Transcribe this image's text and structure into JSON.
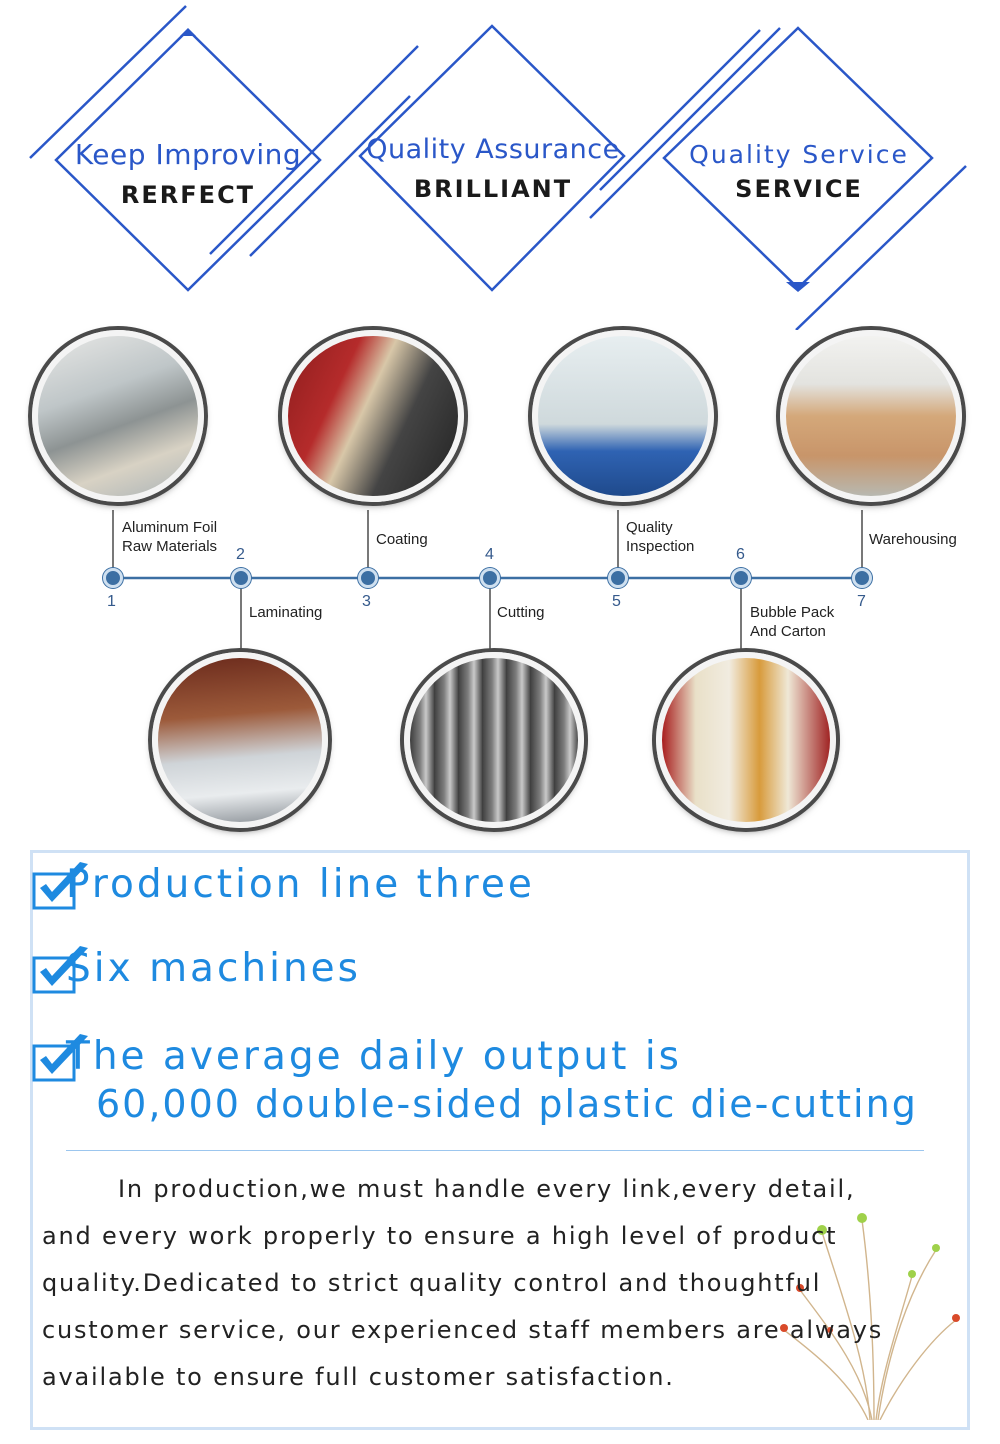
{
  "values": [
    {
      "title": "Keep Improving",
      "subtitle": "RERFECT"
    },
    {
      "title": "Quality Assurance",
      "subtitle": "BRILLIANT"
    },
    {
      "title": "Quality Service",
      "subtitle": "SERVICE"
    }
  ],
  "process": {
    "steps": [
      {
        "number": "1",
        "label": "Aluminum Foil\nRaw Materials"
      },
      {
        "number": "2",
        "label": "Laminating"
      },
      {
        "number": "3",
        "label": "Coating"
      },
      {
        "number": "4",
        "label": "Cutting"
      },
      {
        "number": "5",
        "label": "Quality\nInspection"
      },
      {
        "number": "6",
        "label": "Bubble Pack\nAnd Carton"
      },
      {
        "number": "7",
        "label": "Warehousing"
      }
    ]
  },
  "features": [
    {
      "line1": "Production line three",
      "line2": ""
    },
    {
      "line1": "Six machines",
      "line2": ""
    },
    {
      "line1": "The average daily output is",
      "line2": "60,000 double-sided plastic die-cutting"
    }
  ],
  "paragraph": {
    "line1": "In production,we must handle every link,every detail,",
    "line2": "and every work properly to ensure a high level of product",
    "line3": "quality.Dedicated to strict quality control and thoughtful",
    "line4": "customer service, our experienced staff members are always",
    "line5": "available to ensure full customer satisfaction."
  },
  "colors": {
    "accent_blue": "#2a57c8",
    "feature_blue": "#1e8ae0",
    "timeline": "#3c6fa3",
    "box_border": "#cfe1f5"
  }
}
